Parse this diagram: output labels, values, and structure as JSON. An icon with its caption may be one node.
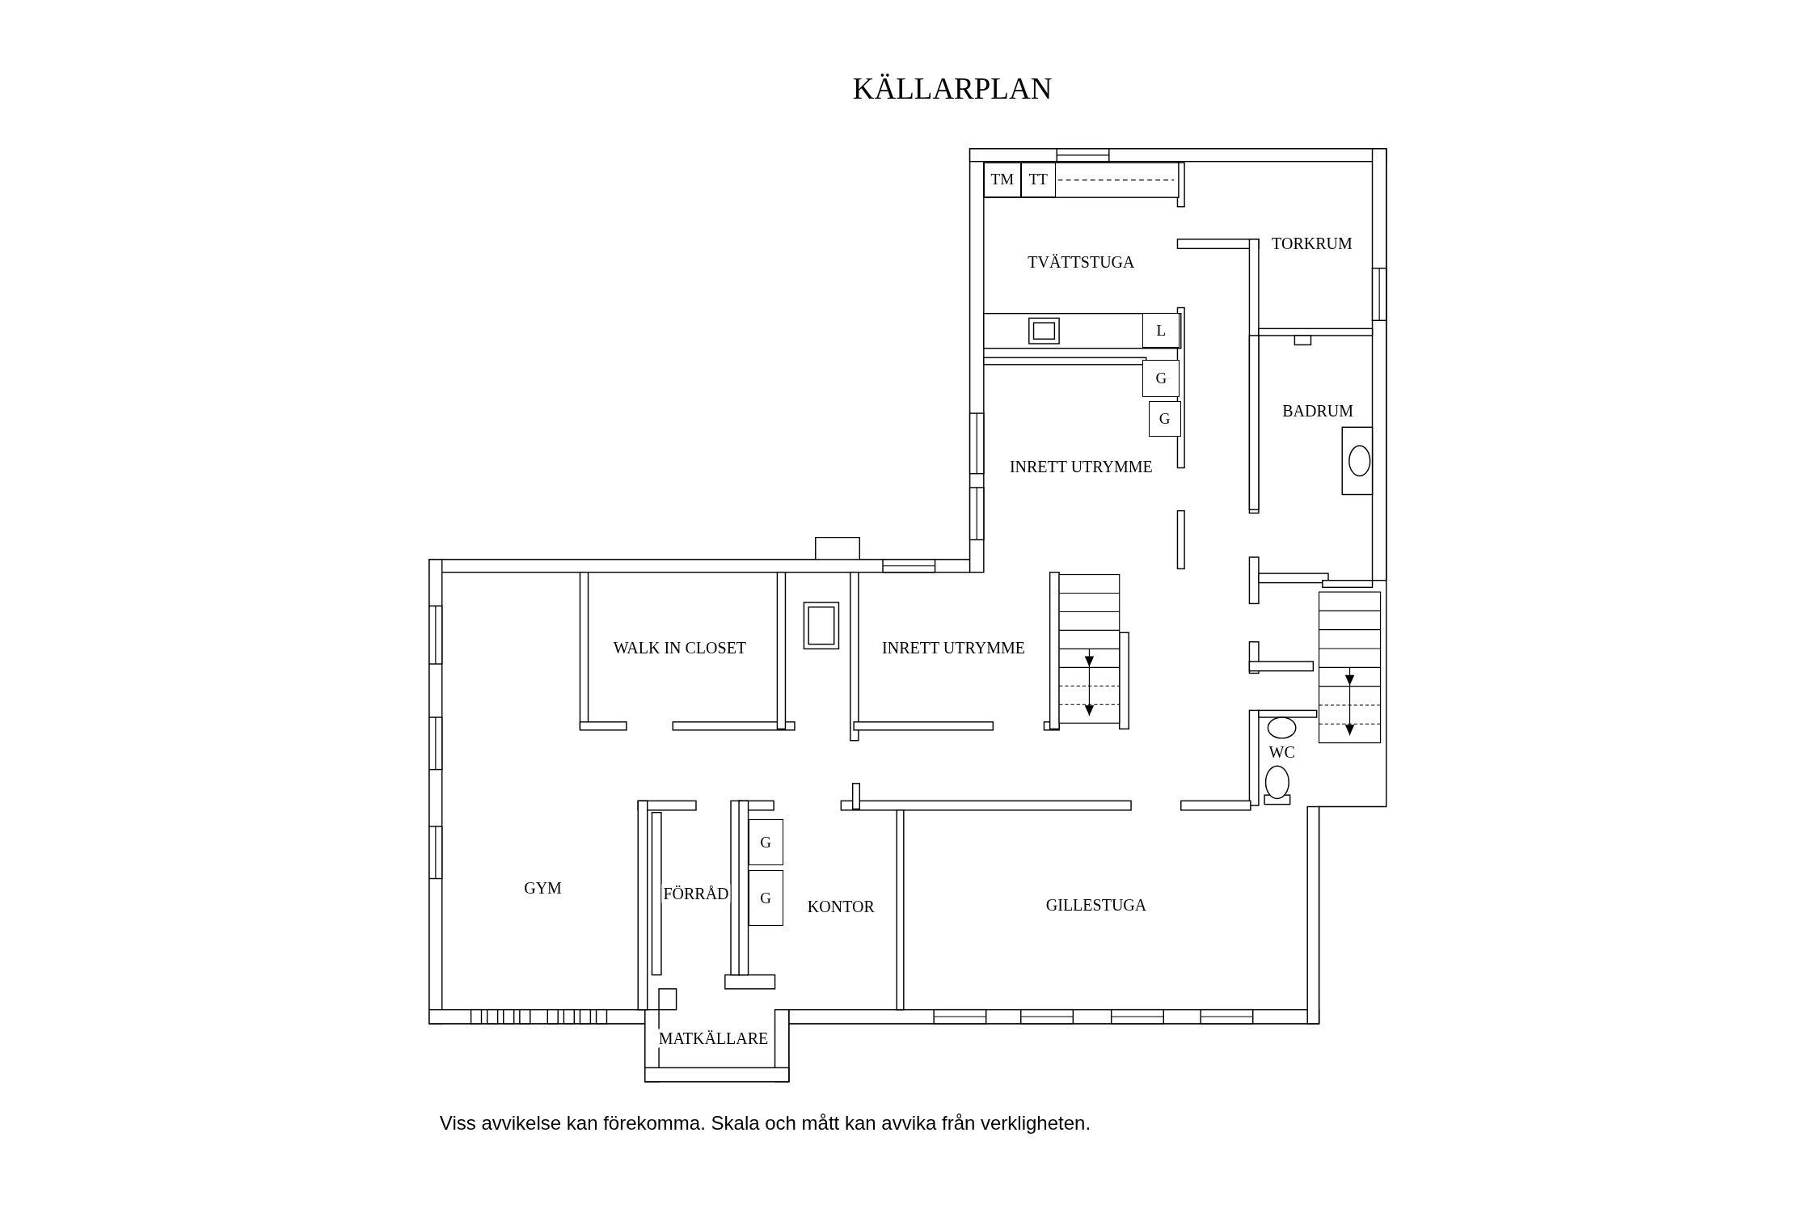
{
  "diagram": {
    "title": "KÄLLARPLAN",
    "caption": "Viss avvikelse kan förekomma. Skala och mått kan avvika från verkligheten.",
    "nodes": [
      {
        "text": [
          "TM"
        ]
      },
      {
        "text": [
          "TT"
        ]
      },
      {
        "text": [
          "L"
        ]
      },
      {
        "text": [
          "G"
        ]
      },
      {
        "text": [
          "G"
        ]
      },
      {
        "text": [
          "G"
        ]
      },
      {
        "text": [
          "G"
        ]
      }
    ],
    "labels": [
      "TVÄTTSTUGA",
      "TORKRUM",
      "BADRUM",
      "INRETT UTRYMME",
      "WALK IN CLOSET",
      "INRETT UTRYMME",
      "WC",
      "GYM",
      "FÖRRÅD",
      "KONTOR",
      "GILLESTUGA",
      "MATKÄLLARE"
    ]
  }
}
